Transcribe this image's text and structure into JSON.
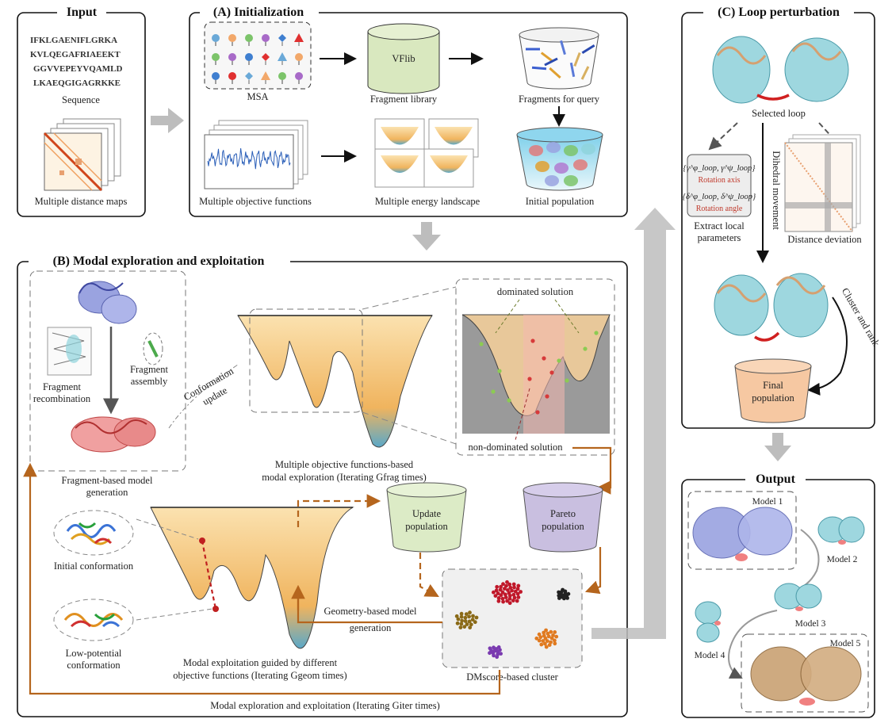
{
  "panels": {
    "input": "Input",
    "init": "(A) Initialization",
    "loop": "(C) Loop perturbation",
    "modal": "(B) Modal exploration and exploitation",
    "output": "Output"
  },
  "input": {
    "seq_line1": "IFKLGAENIFLGRKA",
    "seq_line2": "KVLQEGAFRIAEEKT",
    "seq_line3": "GGVVEPEYVQAMLD",
    "seq_line4": "LKAEQGIGAGRKKE",
    "sequence": "Sequence",
    "distance_maps": "Multiple distance maps"
  },
  "init": {
    "msa": "MSA",
    "vflib": "VFlib",
    "fragment_library": "Fragment library",
    "fragments_query": "Fragments for query",
    "objective_functions": "Multiple objective functions",
    "energy_landscape": "Multiple energy landscape",
    "initial_population": "Initial population"
  },
  "loop": {
    "selected_loop": "Selected loop",
    "rotation_axis": "Rotation axis",
    "rotation_angle": "Rotation angle",
    "extract_local_1": "Extract local",
    "extract_local_2": "parameters",
    "dihedral": "Dihedral movement",
    "distance_deviation": "Distance deviation",
    "cluster_rank": "Cluster and rank",
    "final_pop_1": "Final",
    "final_pop_2": "population"
  },
  "modal": {
    "fragment_assembly_1": "Fragment",
    "fragment_assembly_2": "assembly",
    "fragment_recomb_1": "Fragment",
    "fragment_recomb_2": "recombination",
    "conformation_update_1": "Conformation",
    "conformation_update_2": "update",
    "fragment_model_1": "Fragment-based model",
    "fragment_model_2": "generation",
    "dominated": "dominated solution",
    "non_dominated": "non-dominated solution",
    "exploration_1": "Multiple objective functions-based",
    "exploration_2": "modal exploration (Iterating Gfrag times)",
    "update_pop_1": "Update",
    "update_pop_2": "population",
    "pareto_pop_1": "Pareto",
    "pareto_pop_2": "population",
    "initial_conf": "Initial conformation",
    "low_potential_1": "Low-potential",
    "low_potential_2": "conformation",
    "geometry_1": "Geometry-based model",
    "geometry_2": "generation",
    "exploitation_1": "Modal exploitation guided by different",
    "exploitation_2": "objective functions (Iterating Ggeom times)",
    "dmscore": "DMscore-based cluster",
    "loop_caption": "Modal exploration and exploitation (Iterating Giter times)"
  },
  "output": {
    "model1": "Model 1",
    "model2": "Model 2",
    "model3": "Model 3",
    "model4": "Model 4",
    "model5": "Model 5"
  },
  "colors": {
    "arrow_gray": "#bdbdbd",
    "brown_arrow": "#b5651d",
    "vflib_green": "#d9e8bf",
    "update_green": "#dcebc6",
    "pareto_purple": "#c9bfe0",
    "final_orange": "#f6c8a2",
    "landscape_orange": "#f0b866",
    "protein_cyan": "#8fd3dc",
    "protein_blue": "#9aa3e0",
    "protein_red": "#e07a7a"
  }
}
